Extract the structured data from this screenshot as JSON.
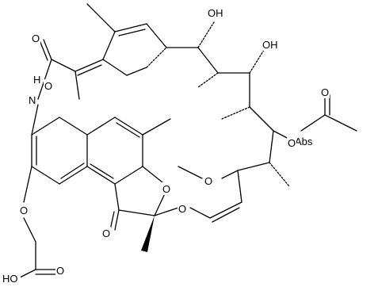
{
  "molecule": {
    "labels": {
      "oh_top": "OH",
      "oh_mid": "OH",
      "carbonyl_o": "O",
      "amide_h": "H",
      "amide_n": "N",
      "oac_carbonyl_o": "O",
      "abs": "Abs",
      "oac_ester_o": "O",
      "methoxy_o": "O",
      "furan_o": "O",
      "ketal_o": "O",
      "ketone_o": "O",
      "aryl_ether_o": "O",
      "acid_carbonyl_o": "O",
      "acid_ho": "HO"
    }
  }
}
